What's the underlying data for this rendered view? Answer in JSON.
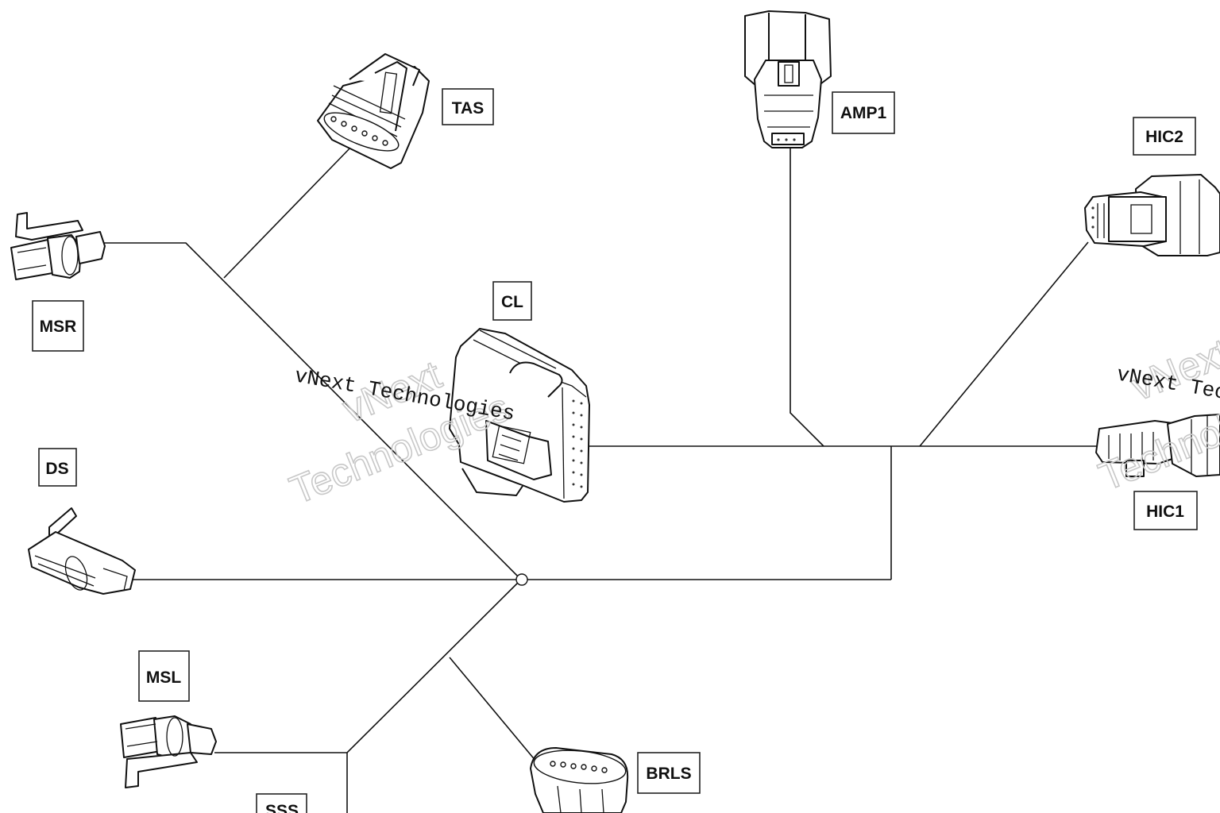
{
  "diagram": {
    "labels": {
      "tas": "TAS",
      "amp1": "AMP1",
      "hic2": "HIC2",
      "msr": "MSR",
      "cl": "CL",
      "ds": "DS",
      "hic1": "HIC1",
      "msl": "MSL",
      "brls": "BRLS",
      "sss": "SSS"
    },
    "watermark": {
      "line": "vNext Technologies",
      "word1": "vNext",
      "word2": "Technologies"
    }
  }
}
